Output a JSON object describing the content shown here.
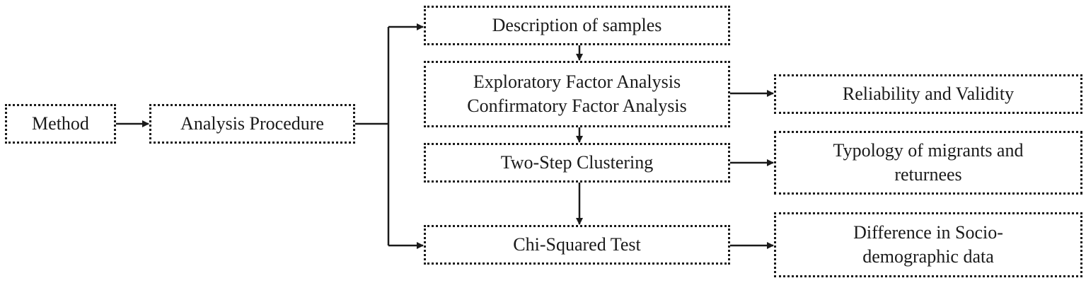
{
  "diagram": {
    "nodes": {
      "method": {
        "lines": [
          "Method"
        ]
      },
      "analysis_procedure": {
        "lines": [
          "Analysis Procedure"
        ]
      },
      "description": {
        "lines": [
          "Description of samples"
        ]
      },
      "factor_analysis": {
        "lines": [
          "Exploratory Factor Analysis",
          "Confirmatory Factor Analysis"
        ]
      },
      "two_step": {
        "lines": [
          "Two-Step Clustering"
        ]
      },
      "chi_squared": {
        "lines": [
          "Chi-Squared Test"
        ]
      },
      "reliability": {
        "lines": [
          "Reliability and Validity"
        ]
      },
      "typology": {
        "lines": [
          "Typology of migrants and",
          "returnees"
        ]
      },
      "difference": {
        "lines": [
          "Difference in Socio-",
          "demographic data"
        ]
      }
    },
    "edges": [
      [
        "method",
        "analysis_procedure"
      ],
      [
        "analysis_procedure",
        "description"
      ],
      [
        "analysis_procedure",
        "chi_squared"
      ],
      [
        "description",
        "factor_analysis"
      ],
      [
        "factor_analysis",
        "two_step"
      ],
      [
        "two_step",
        "chi_squared"
      ],
      [
        "factor_analysis",
        "reliability"
      ],
      [
        "two_step",
        "typology"
      ],
      [
        "chi_squared",
        "difference"
      ]
    ]
  }
}
